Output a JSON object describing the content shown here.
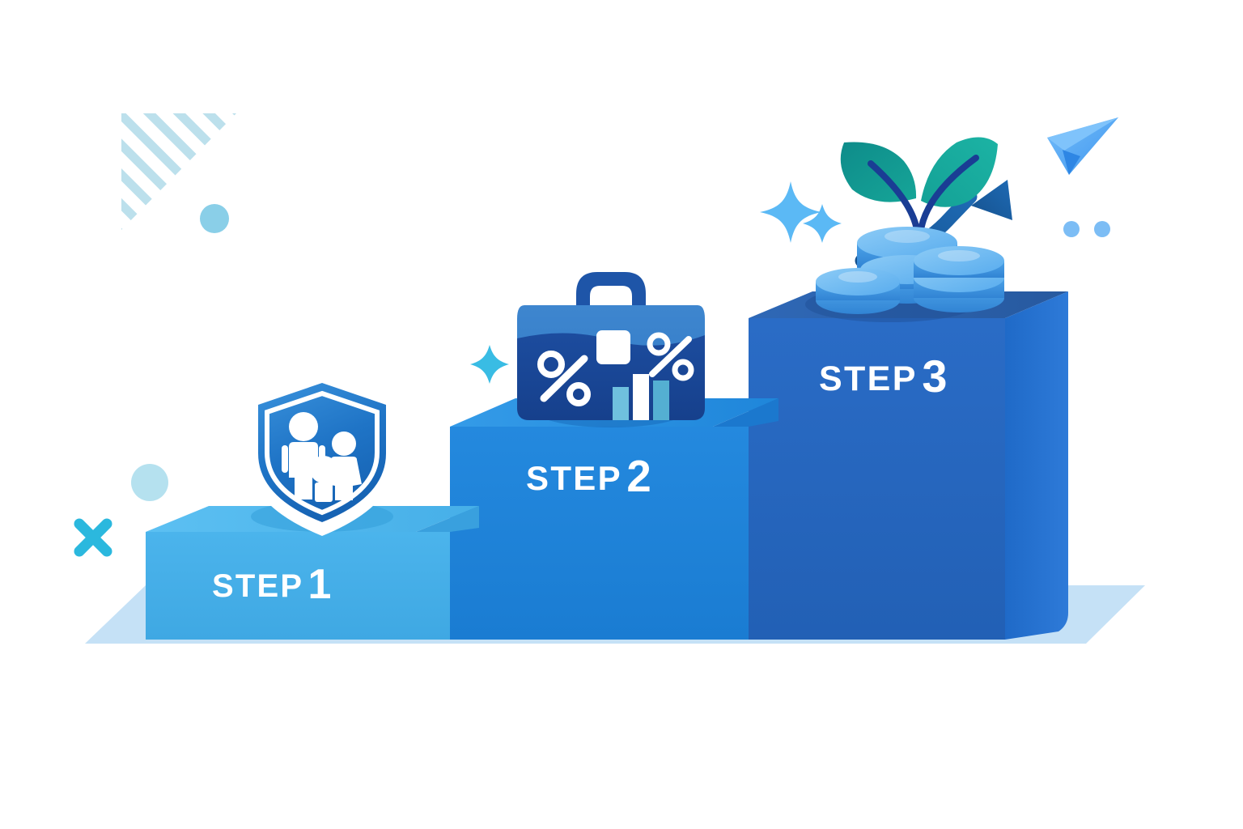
{
  "illustration": {
    "title": "Three step financial journey podium",
    "background_color": "#ffffff"
  },
  "steps": [
    {
      "id": "step-1",
      "label": "STEP",
      "number": "1",
      "icon": "family-shield-icon",
      "icon_description": "Blue shield with white family silhouettes",
      "top_color": "#4FB7EE",
      "face_color": "#45ACE8",
      "side_color": "#39A0DE",
      "text_color": "#ffffff"
    },
    {
      "id": "step-2",
      "label": "STEP",
      "number": "2",
      "icon": "briefcase-percent-icon",
      "icon_description": "Navy briefcase with percent signs and bar chart",
      "top_color": "#2D93E2",
      "face_color": "#2186DB",
      "side_color": "#1B78CE",
      "text_color": "#ffffff"
    },
    {
      "id": "step-3",
      "label": "STEP",
      "number": "3",
      "icon": "coins-plant-growth-icon",
      "icon_description": "Blue coin stacks with teal sprout and rising arrow",
      "top_color": "#2A5FAD",
      "face_color": "#2566BD",
      "side_color": "#1E6FD0",
      "text_color": "#ffffff"
    }
  ],
  "decorations": [
    {
      "name": "striped-triangle",
      "color": "#BCE0EC"
    },
    {
      "name": "dot-top-left",
      "color": "#8ACFE8"
    },
    {
      "name": "dot-left",
      "color": "#A8DCEC"
    },
    {
      "name": "cross-mark",
      "color": "#2BB8DE"
    },
    {
      "name": "sparkle-small-left",
      "color": "#39BCE4"
    },
    {
      "name": "sparkle-large",
      "color": "#5BB9F5"
    },
    {
      "name": "sparkle-small-right",
      "color": "#5BB9F5"
    },
    {
      "name": "paper-plane",
      "color": "#5BAEF5"
    },
    {
      "name": "dot-pair-right",
      "color": "#7CBDF5"
    },
    {
      "name": "ground-plane",
      "color": "#BBDCF4"
    }
  ],
  "palette": {
    "white": "#ffffff",
    "light_blue": "#4FB7EE",
    "mid_blue": "#2186DB",
    "deep_blue": "#2566BD",
    "navy": "#17488F",
    "teal": "#12998F",
    "teal_light": "#1AAFA2",
    "cyan": "#2BB8DE",
    "pale_cyan": "#BCE0EC"
  }
}
